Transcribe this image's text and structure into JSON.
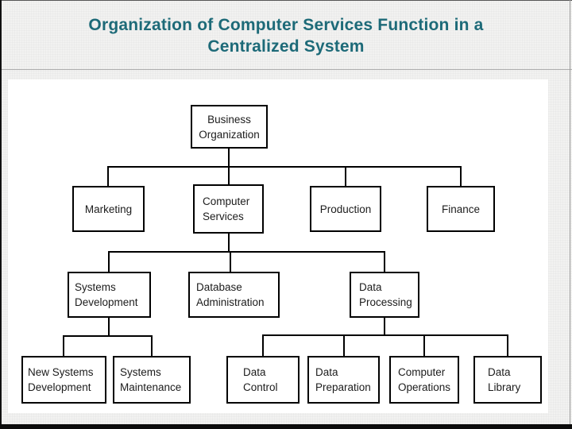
{
  "title": {
    "line1": "Organization of Computer Services Function in a",
    "line2": "Centralized System"
  },
  "colors": {
    "title_text": "#1d6a78",
    "box_border": "#000000",
    "box_text": "#1c1c1c",
    "slide_background": "#f2f2f1",
    "panel_background": "#ffffff",
    "connector": "#000000"
  },
  "org_chart": {
    "type": "tree",
    "root": "business_organization",
    "nodes": {
      "business_organization": {
        "label": "Business\nOrganization",
        "children": [
          "marketing",
          "computer_services",
          "production",
          "finance"
        ]
      },
      "marketing": {
        "label": "Marketing",
        "children": []
      },
      "computer_services": {
        "label": "Computer\nServices",
        "children": [
          "systems_development",
          "database_administration",
          "data_processing"
        ]
      },
      "production": {
        "label": "Production",
        "children": []
      },
      "finance": {
        "label": "Finance",
        "children": []
      },
      "systems_development": {
        "label": "Systems\nDevelopment",
        "children": [
          "new_systems_development",
          "systems_maintenance"
        ]
      },
      "database_administration": {
        "label": "Database\nAdministration",
        "children": []
      },
      "data_processing": {
        "label": "Data\nProcessing",
        "children": [
          "data_control",
          "data_preparation",
          "computer_operations",
          "data_library"
        ]
      },
      "new_systems_development": {
        "label": "New Systems\nDevelopment",
        "children": []
      },
      "systems_maintenance": {
        "label": "Systems\nMaintenance",
        "children": []
      },
      "data_control": {
        "label": "Data\nControl",
        "children": []
      },
      "data_preparation": {
        "label": "Data\nPreparation",
        "children": []
      },
      "computer_operations": {
        "label": "Computer\nOperations",
        "children": []
      },
      "data_library": {
        "label": "Data\nLibrary",
        "children": []
      }
    }
  }
}
